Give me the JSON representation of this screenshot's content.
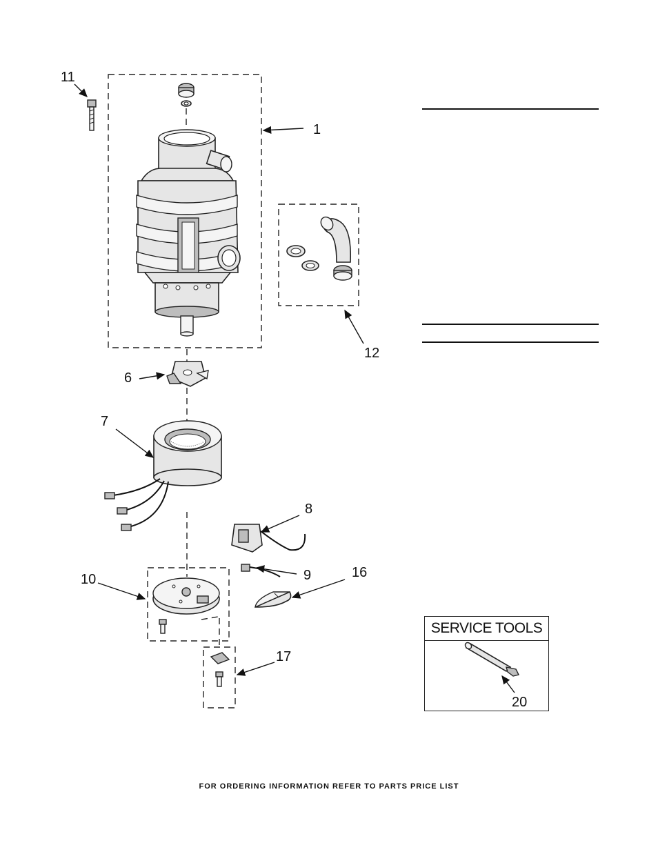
{
  "callouts": {
    "c1": "1",
    "c6": "6",
    "c7": "7",
    "c8": "8",
    "c9": "9",
    "c10": "10",
    "c11": "11",
    "c12": "12",
    "c16": "16",
    "c17": "17",
    "c20": "20"
  },
  "service_tools": {
    "title": "SERVICE TOOLS"
  },
  "footer": {
    "text": "FOR ORDERING INFORMATION REFER TO PARTS PRICE LIST"
  }
}
